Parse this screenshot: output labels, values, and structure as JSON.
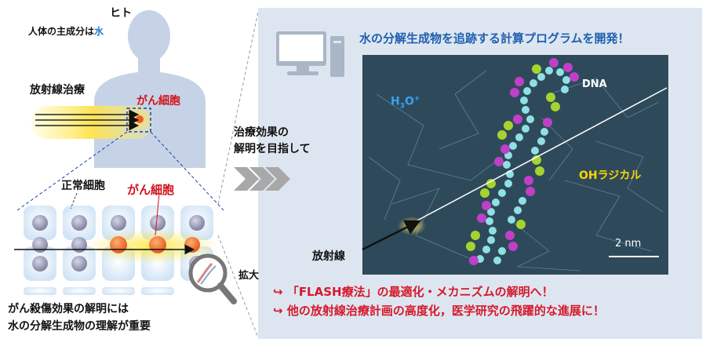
{
  "left": {
    "human_label": "ヒト",
    "body_component_prefix": "人体の主成分は",
    "body_component_water": "水",
    "radiotherapy_label": "放射線治療",
    "cancer_cell_label_top": "がん細胞",
    "normal_cell_label": "正常細胞",
    "cancer_cell_label_mid": "がん細胞",
    "zoom_label": "拡大",
    "bottom_line1": "がん殺傷効果の解明には",
    "bottom_line2": "水の分解生成物の理解が重要"
  },
  "middle": {
    "goal_line1": "治療効果の",
    "goal_line2": "解明を目指して"
  },
  "right": {
    "headline": "水の分解生成物を追跡する計算プログラムを開発！",
    "dna_label": "DNA",
    "h3o_main": "H",
    "h3o_sub": "3",
    "h3o_o": "O",
    "h3o_sup": "+",
    "oh_label": "OHラジカル",
    "radiation_label": "放射線",
    "scale_label": "2 nm",
    "outcome1": "「FLASH療法」の最適化・メカニズムの解明へ！",
    "outcome2": "他の放射線治療計画の高度化，医学研究の飛躍的な進展に！",
    "arrow_glyph": "↪"
  },
  "colors": {
    "panel_bg": "#dde6f0",
    "sim_bg": "#2e4a5a",
    "headline_blue": "#1f5fb0",
    "outcome_red": "#d6182b",
    "cancer_red": "#d0121e",
    "water_blue": "#1a78d0",
    "body_silhouette": "#c6d3e6"
  },
  "icons": [
    "computer-icon",
    "magnifier-icon",
    "chevron-arrows-icon"
  ]
}
